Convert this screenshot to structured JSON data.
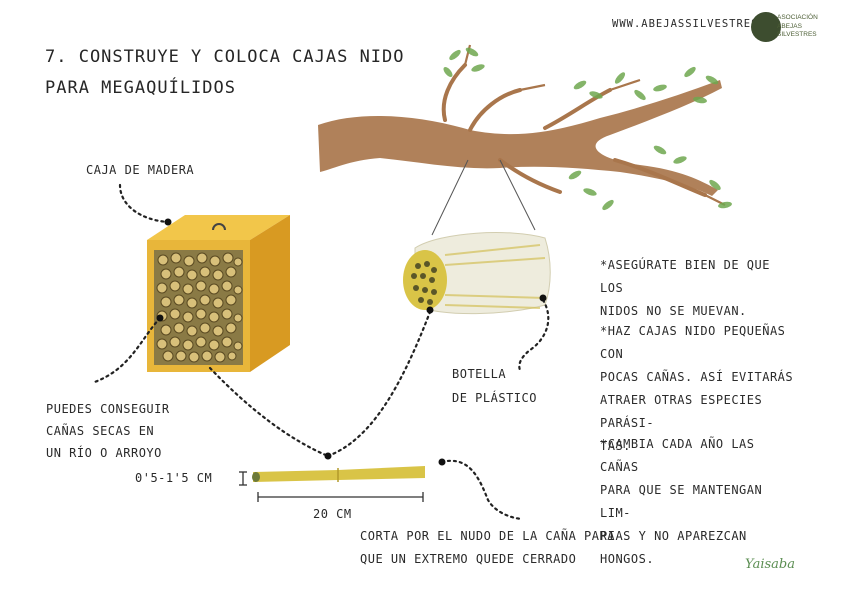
{
  "header": {
    "title_line1": "7. Construye y coloca cajas nido",
    "title_line2": "para megaquílidos",
    "website": "www.abejassilvestres.es",
    "logo_lines": [
      "Asociación",
      "Abejas",
      "Silvestres"
    ]
  },
  "labels": {
    "wood_box": "Caja de madera",
    "reeds_source": [
      "Puedes conseguir",
      "cañas secas en",
      "un río o arroyo"
    ],
    "bottle": [
      "Botella",
      "de plástico"
    ],
    "diameter": "0'5-1'5 cm",
    "length": "20 cm",
    "cut_instruction": [
      "Corta por el nudo de la caña para",
      "que un extremo quede cerrado"
    ]
  },
  "tips": [
    [
      "*Asegúrate bien de que los",
      "nidos no se muevan."
    ],
    [
      "*Haz cajas nido pequeñas con",
      "pocas cañas. Así evitarás",
      "atraer otras especies parási-",
      "tas."
    ],
    [
      "*Cambia cada año las cañas",
      "para que se mantengan lim-",
      "pias y no aparezcan hongos."
    ]
  ],
  "signature": "Yaisaba",
  "colors": {
    "wood": "#e8b63a",
    "wood_dark": "#c98f1e",
    "branch": "#a9764c",
    "leaf": "#6fa84f",
    "reed": "#d9c447",
    "logo": "#3d4d2f"
  }
}
